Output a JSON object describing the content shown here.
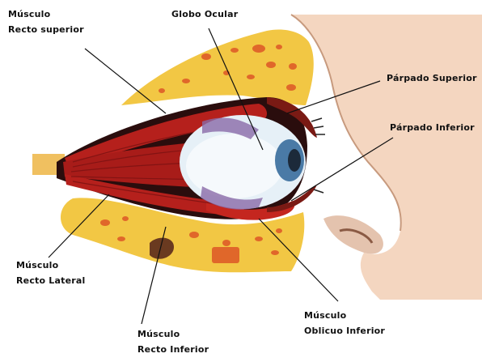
{
  "labels": {
    "recto_superior": {
      "line1": "Músculo",
      "line2": "Recto superior"
    },
    "globo_ocular": "Globo Ocular",
    "parpado_superior": "Párpado Superior",
    "parpado_inferior": "Párpado Inferior",
    "recto_lateral": {
      "line1": "Músculo",
      "line2": "Recto Lateral"
    },
    "obliculo_inferior": {
      "line1": "Músculo",
      "line2": "Oblicuo Inferior"
    },
    "recto_inferior": {
      "line1": "Músculo",
      "line2": "Recto Inferior"
    }
  },
  "colors": {
    "bone": "#f2c744",
    "bone_holes": "#e0672a",
    "skin": "#f4d6c0",
    "skin_shadow": "#d9a98c",
    "muscle": "#b5201c",
    "muscle_dark": "#7a1212",
    "sclera": "#e6f0f7",
    "iris": "#4a7aa6",
    "nerve": "#f0c060"
  }
}
